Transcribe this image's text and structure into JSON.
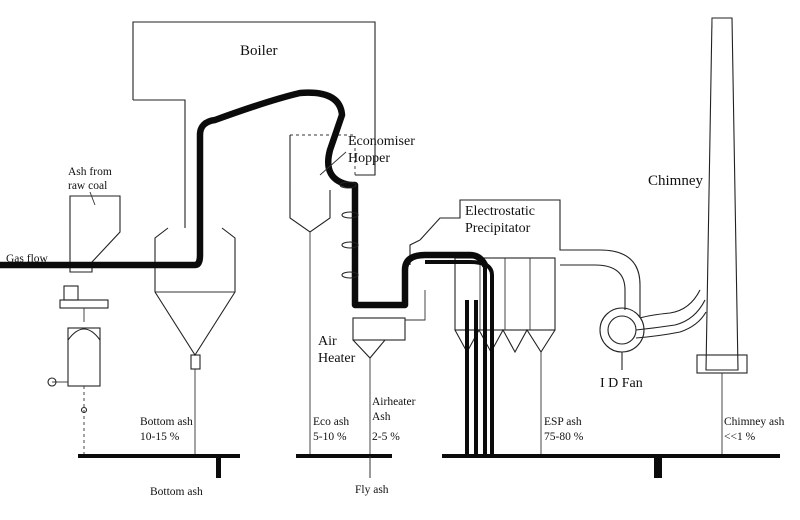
{
  "labels": {
    "boiler": "Boiler",
    "economiser": "Economiser",
    "hopper": "Hopper",
    "ash_from_line1": "Ash from",
    "ash_from_line2": "raw coal",
    "gas_flow": "Gas flow",
    "esp_line1": "Electrostatic",
    "esp_line2": "Precipitator",
    "chimney": "Chimney",
    "air_heater_line1": "Air",
    "air_heater_line2": "Heater",
    "id_fan": "I D Fan",
    "bottom_ash_name": "Bottom ash",
    "bottom_ash_pct": "10-15 %",
    "eco_ash_name": "Eco ash",
    "eco_ash_pct": "5-10 %",
    "airheater_ash_line1": "Airheater",
    "airheater_ash_line2": "Ash",
    "airheater_ash_pct": "2-5 %",
    "esp_ash_name": "ESP ash",
    "esp_ash_pct": "75-80 %",
    "chimney_ash_name": "Chimney ash",
    "chimney_ash_pct": "<<1 %",
    "bottom_ash_outlet": "Bottom ash",
    "fly_ash_outlet": "Fly ash"
  }
}
